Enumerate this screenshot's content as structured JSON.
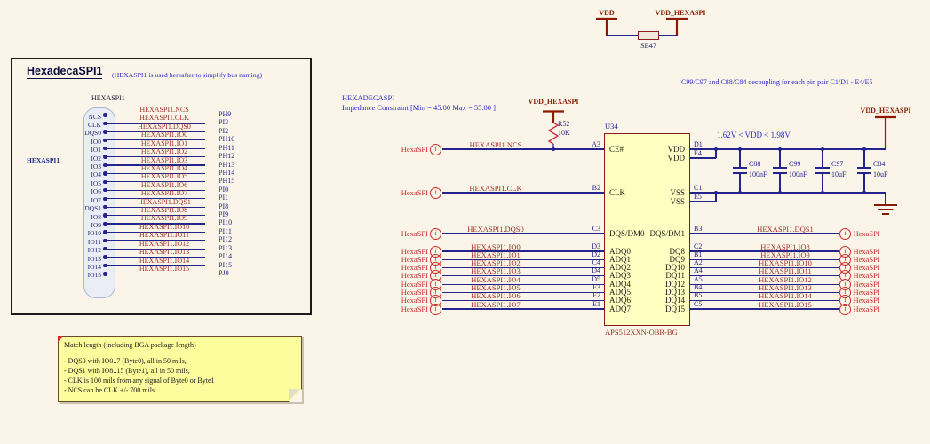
{
  "colors": {
    "wire": "#23238E",
    "net_label": "#A03028",
    "port_red": "#CC2A2A",
    "power_red": "#8B1A00",
    "annotation_blue": "#2A2AC8",
    "chip_fill": "#FFFFC2",
    "chip_border": "#8B1A1A",
    "note_fill": "#FDFD9E"
  },
  "box": {
    "title": "HexadecaSPI1",
    "subtitle": "(HEXASPI1 is used hereafter to simplify bus naming)",
    "harness_name": "HEXASPI1",
    "port_label": "HEXASPI1",
    "rows": [
      {
        "pin": "NCS",
        "net": "HEXASPI1.NCS",
        "designator": "PH9"
      },
      {
        "pin": "CLK",
        "net": "HEXASPI1.CLK",
        "designator": "PI3"
      },
      {
        "pin": "DQS0",
        "net": "HEXASPI1.DQS0",
        "designator": "PI2"
      },
      {
        "pin": "IO0",
        "net": "HEXASPI1.IO0",
        "designator": "PH10"
      },
      {
        "pin": "IO1",
        "net": "HEXASPI1.IO1",
        "designator": "PH11"
      },
      {
        "pin": "IO2",
        "net": "HEXASPI1.IO2",
        "designator": "PH12"
      },
      {
        "pin": "IO3",
        "net": "HEXASPI1.IO3",
        "designator": "PH13"
      },
      {
        "pin": "IO4",
        "net": "HEXASPI1.IO4",
        "designator": "PH14"
      },
      {
        "pin": "IO5",
        "net": "HEXASPI1.IO5",
        "designator": "PH15"
      },
      {
        "pin": "IO6",
        "net": "HEXASPI1.IO6",
        "designator": "PI0"
      },
      {
        "pin": "IO7",
        "net": "HEXASPI1.IO7",
        "designator": "PI1"
      },
      {
        "pin": "DQS1",
        "net": "HEXASPI1.DQS1",
        "designator": "PI8"
      },
      {
        "pin": "IO8",
        "net": "HEXASPI1.IO8",
        "designator": "PI9"
      },
      {
        "pin": "IO9",
        "net": "HEXASPI1.IO9",
        "designator": "PI10"
      },
      {
        "pin": "IO10",
        "net": "HEXASPI1.IO10",
        "designator": "PI11"
      },
      {
        "pin": "IO11",
        "net": "HEXASPI1.IO11",
        "designator": "PI12"
      },
      {
        "pin": "IO12",
        "net": "HEXASPI1.IO12",
        "designator": "PI13"
      },
      {
        "pin": "IO13",
        "net": "HEXASPI1.IO13",
        "designator": "PI14"
      },
      {
        "pin": "IO14",
        "net": "HEXASPI1.IO14",
        "designator": "PI15"
      },
      {
        "pin": "IO15",
        "net": "HEXASPI1.IO15",
        "designator": "PJ0"
      }
    ]
  },
  "bridge": {
    "left_power": "VDD",
    "right_power": "VDD_HEXASPI",
    "ref": "SB47"
  },
  "constraint": {
    "class_name": "HEXADECASPI",
    "rule": "Impedance Constraint [Min = 45.00   Max = 55.00   ]"
  },
  "decoupling_note": "C99/C97 and C88/C84 decoupling for each pin pair C1/D1 - E4/E5",
  "pullup": {
    "power": "VDD_HEXASPI",
    "ref": "R52",
    "value": "10K"
  },
  "chip": {
    "designator": "U34",
    "part": "APS512XXN-OBR-BG",
    "left_pins": [
      {
        "name": "CE#",
        "num": "A3"
      },
      {
        "name": "CLK",
        "num": "B2"
      },
      {
        "name": "DQS/DM0",
        "num": "C3"
      },
      {
        "name": "ADQ0",
        "num": "D3"
      },
      {
        "name": "ADQ1",
        "num": "D2"
      },
      {
        "name": "ADQ2",
        "num": "C4"
      },
      {
        "name": "ADQ3",
        "num": "D4"
      },
      {
        "name": "ADQ4",
        "num": "D5"
      },
      {
        "name": "ADQ5",
        "num": "E3"
      },
      {
        "name": "ADQ6",
        "num": "E2"
      },
      {
        "name": "ADQ7",
        "num": "E1"
      }
    ],
    "right_pins": [
      {
        "name": "VDD",
        "num": "D1"
      },
      {
        "name": "VDD",
        "num": "E4"
      },
      {
        "name": "VSS",
        "num": "C1"
      },
      {
        "name": "VSS",
        "num": "E5"
      },
      {
        "name": "DQS/DM1",
        "num": "B3"
      },
      {
        "name": "DQ8",
        "num": "C2"
      },
      {
        "name": "DQ9",
        "num": "B1"
      },
      {
        "name": "DQ10",
        "num": "A2"
      },
      {
        "name": "DQ11",
        "num": "A4"
      },
      {
        "name": "DQ12",
        "num": "A5"
      },
      {
        "name": "DQ13",
        "num": "B4"
      },
      {
        "name": "DQ14",
        "num": "B5"
      },
      {
        "name": "DQ15",
        "num": "C5"
      }
    ]
  },
  "ports_label": "HexaSPI",
  "port_symbol": "i",
  "left_connections": [
    {
      "net": "HEXASPI1.NCS"
    },
    {
      "net": "HEXASPI1.CLK"
    },
    {
      "net": "HEXASPI1.DQS0"
    },
    {
      "net": "HEXASPI1.IO0"
    },
    {
      "net": "HEXASPI1.IO1"
    },
    {
      "net": "HEXASPI1.IO2"
    },
    {
      "net": "HEXASPI1.IO3"
    },
    {
      "net": "HEXASPI1.IO4"
    },
    {
      "net": "HEXASPI1.IO5"
    },
    {
      "net": "HEXASPI1.IO6"
    },
    {
      "net": "HEXASPI1.IO7"
    }
  ],
  "right_connections": [
    {
      "net": "HEXASPI1.DQS1"
    },
    {
      "net": "HEXASPI1.IO8"
    },
    {
      "net": "HEXASPI1.IO9"
    },
    {
      "net": "HEXASPI1.IO10"
    },
    {
      "net": "HEXASPI1.IO11"
    },
    {
      "net": "HEXASPI1.IO12"
    },
    {
      "net": "HEXASPI1.IO13"
    },
    {
      "net": "HEXASPI1.IO14"
    },
    {
      "net": "HEXASPI1.IO15"
    }
  ],
  "power": {
    "rail_label": "VDD_HEXASPI",
    "range_note": "1.62V < VDD < 1.98V",
    "caps": [
      {
        "ref": "C88",
        "value": "100nF"
      },
      {
        "ref": "C99",
        "value": "100nF"
      },
      {
        "ref": "C97",
        "value": "10uF"
      },
      {
        "ref": "C84",
        "value": "10uF"
      }
    ]
  },
  "note": {
    "title": "Match length (including BGA package length)",
    "lines": [
      "- DQS0 with IO0..7 (Byte0), all in 50 mils,",
      "- DQS1 with IO8..15 (Byte1), all in 50 mils,",
      "- CLK is 100 mils from any signal of Byte0 or Byte1",
      "- NCS can be CLK +/- 700 mils"
    ]
  }
}
